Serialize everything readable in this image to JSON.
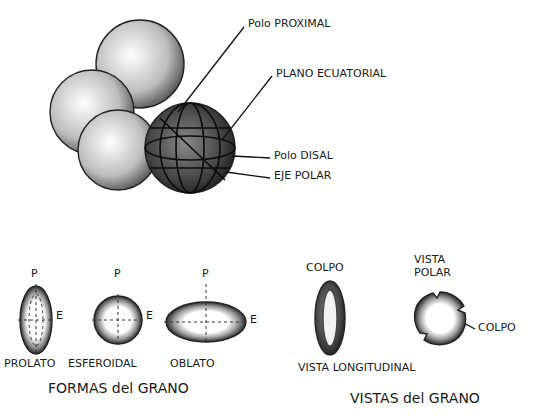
{
  "diagram": {
    "labels": [
      "Polo PROXIMAL",
      "PLANO ECUATORIAL",
      "Polo DISAL",
      "EJE POLAR",
      "P",
      "E",
      "P",
      "E",
      "P",
      "E",
      "PROLATO",
      "ESFEROIDAL",
      "OBLATO",
      "FORMAS del GRANO",
      "COLPO",
      "VISTA POLAR",
      "COLPO",
      "VISTA LONGITUDINAL",
      "VISTAS del GRANO"
    ]
  }
}
